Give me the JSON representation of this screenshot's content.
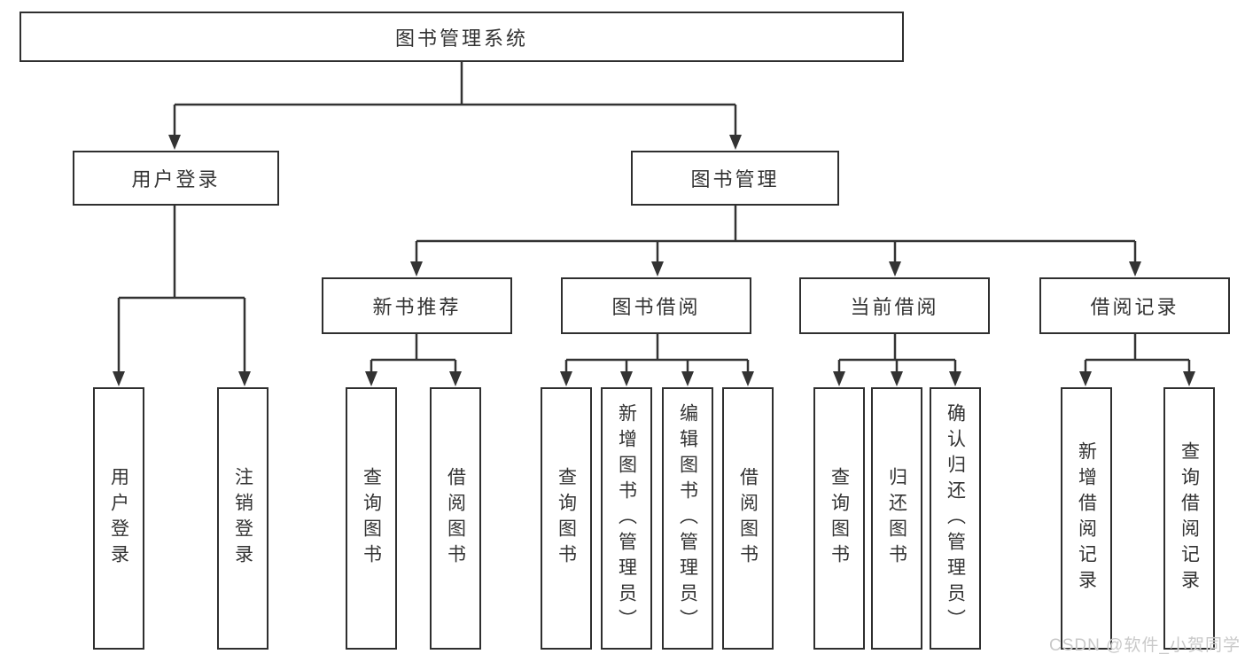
{
  "diagram": {
    "root": "图书管理系统",
    "level2": {
      "user_login": "用户登录",
      "book_mgmt": "图书管理"
    },
    "user_login_items": [
      "用户登录",
      "注销登录"
    ],
    "book_mgmt_sections": [
      "新书推荐",
      "图书借阅",
      "当前借阅",
      "借阅记录"
    ],
    "new_book_items": [
      "查询图书",
      "借阅图书"
    ],
    "borrow_items": [
      "查询图书",
      "新增图书（管理员）",
      "编辑图书（管理员）",
      "借阅图书"
    ],
    "current_items": [
      "查询图书",
      "归还图书",
      "确认归还（管理员）"
    ],
    "record_items": [
      "新增借阅记录",
      "查询借阅记录"
    ]
  },
  "watermark": "CSDN @软件_小贺同学",
  "colors": {
    "line": "#333333",
    "box_border": "#2f2f2f",
    "text": "#333333",
    "background": "#ffffff",
    "watermark": "#c9c9c9"
  }
}
